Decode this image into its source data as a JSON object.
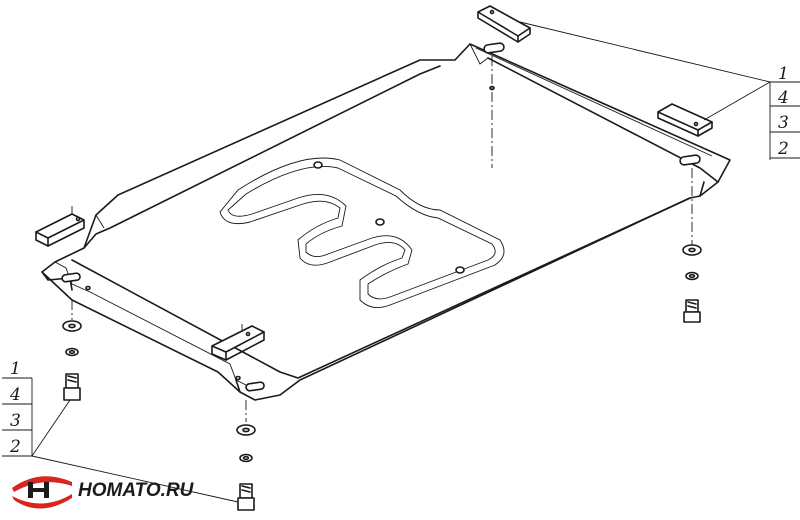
{
  "callouts": {
    "right": [
      "1",
      "4",
      "3",
      "2"
    ],
    "left": [
      "1",
      "4",
      "3",
      "2"
    ]
  },
  "brand": {
    "logo_text": "HOMATO.RU",
    "colors": {
      "red": "#d9251d",
      "dark": "#1b1b1b"
    }
  },
  "icons": [
    "logo-emblem-icon"
  ]
}
